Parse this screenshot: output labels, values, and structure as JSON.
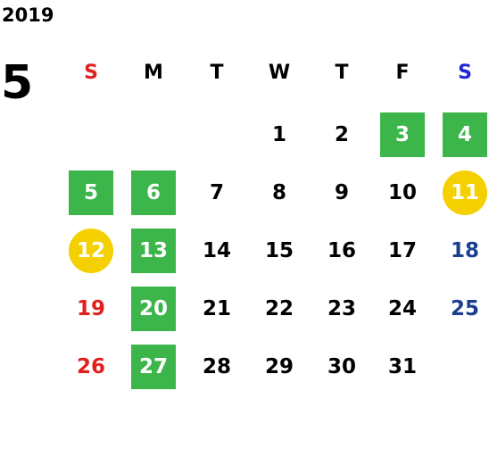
{
  "year": "2019",
  "month": "5",
  "colors": {
    "green": "#3cb54a",
    "yellow": "#f5d000",
    "sunday_red": "#e0201c",
    "saturday_blue": "#1a3f8f",
    "saturday_header_blue": "#1d28d6"
  },
  "weekdays": [
    "S",
    "M",
    "T",
    "W",
    "T",
    "F",
    "S"
  ],
  "weeks": [
    [
      null,
      null,
      null,
      {
        "day": "1"
      },
      {
        "day": "2"
      },
      {
        "day": "3",
        "mark": "green"
      },
      {
        "day": "4",
        "mark": "green"
      }
    ],
    [
      {
        "day": "5",
        "mark": "green"
      },
      {
        "day": "6",
        "mark": "green"
      },
      {
        "day": "7"
      },
      {
        "day": "8"
      },
      {
        "day": "9"
      },
      {
        "day": "10"
      },
      {
        "day": "11",
        "mark": "yellow"
      }
    ],
    [
      {
        "day": "12",
        "mark": "yellow"
      },
      {
        "day": "13",
        "mark": "green"
      },
      {
        "day": "14"
      },
      {
        "day": "15"
      },
      {
        "day": "16"
      },
      {
        "day": "17"
      },
      {
        "day": "18"
      }
    ],
    [
      {
        "day": "19"
      },
      {
        "day": "20",
        "mark": "green"
      },
      {
        "day": "21"
      },
      {
        "day": "22"
      },
      {
        "day": "23"
      },
      {
        "day": "24"
      },
      {
        "day": "25"
      }
    ],
    [
      {
        "day": "26"
      },
      {
        "day": "27",
        "mark": "green"
      },
      {
        "day": "28"
      },
      {
        "day": "29"
      },
      {
        "day": "30"
      },
      {
        "day": "31"
      },
      null
    ]
  ]
}
